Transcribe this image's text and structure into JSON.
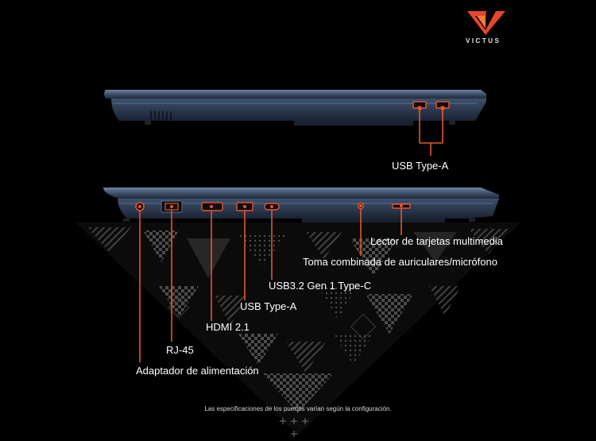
{
  "brand": {
    "name": "VICTUS",
    "logo_color": "#e8462b"
  },
  "accent_color": "#e8542b",
  "labels": {
    "usb_a_left": "USB Type-A",
    "card_reader": "Lector de tarjetas multimedia",
    "audio_combo": "Toma combinada de auriculares/micrófono",
    "usb_c": "USB3.2 Gen 1 Type-C",
    "usb_a_right": "USB Type-A",
    "hdmi": "HDMI 2.1",
    "rj45": "RJ-45",
    "power": "Adaptador de alimentación"
  },
  "footnote": "Las especificaciones de los puertos varían según la configuración."
}
